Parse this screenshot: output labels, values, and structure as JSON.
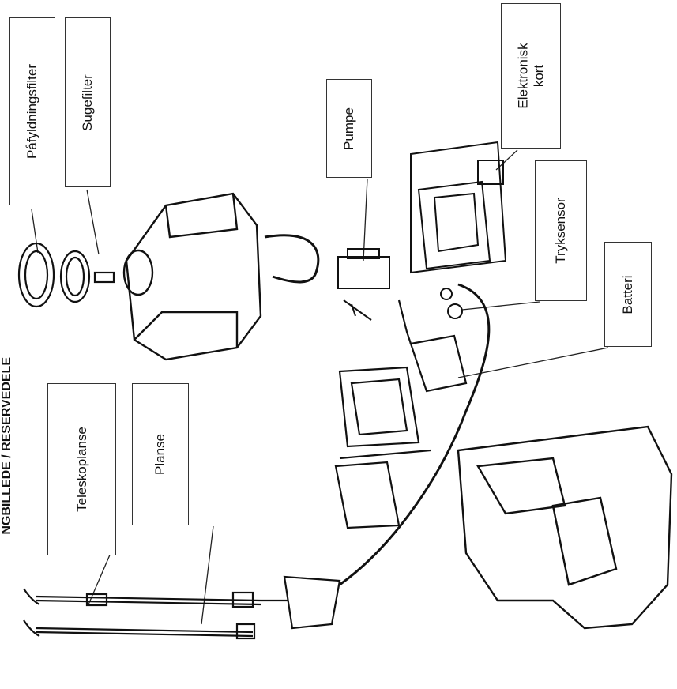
{
  "page": {
    "side_title": "NGBILLEDE / RESERVEDELE"
  },
  "labels": {
    "pafyldningsfilter": "Påfyldningsfilter",
    "sugefilter": "Sugefilter",
    "pumpe": "Pumpe",
    "elektronisk_line1": "Elektronisk",
    "elektronisk_line2": "kort",
    "tryksensor": "Tryksensor",
    "batteri": "Batteri",
    "teleskoplanse": "Teleskoplanse",
    "planse": "Planse"
  }
}
